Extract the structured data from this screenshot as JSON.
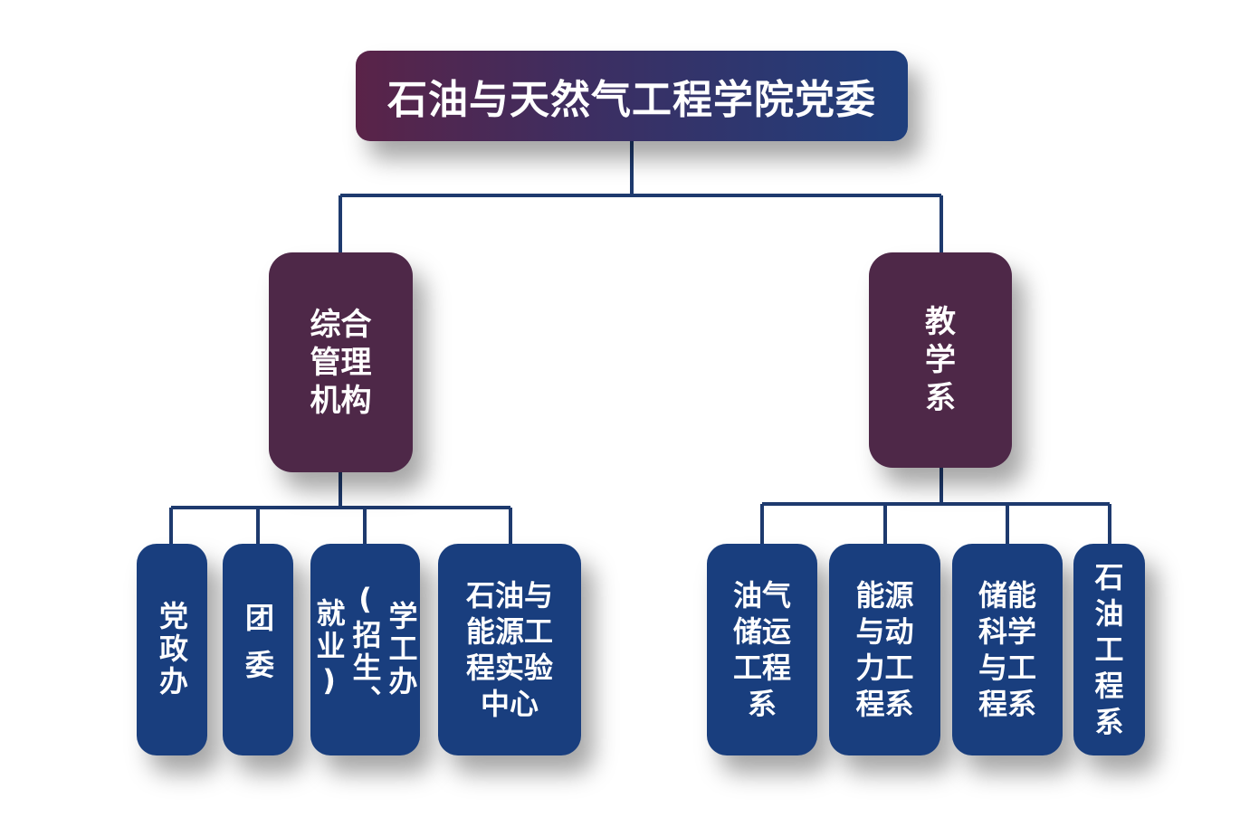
{
  "root": {
    "label": "石油与天然气工程学院党委"
  },
  "branches": [
    {
      "label": "综合管理机构",
      "children": [
        {
          "label": "党政办"
        },
        {
          "label": "团委"
        },
        {
          "label": "学工办(招生、就业)"
        },
        {
          "label": "石油与能源工程实验中心"
        }
      ]
    },
    {
      "label": "教学系",
      "children": [
        {
          "label": "油气储运工程系"
        },
        {
          "label": "能源与动力工程系"
        },
        {
          "label": "储能科学与工程系"
        },
        {
          "label": "石油工程系"
        }
      ]
    }
  ],
  "colors": {
    "root_start": "#5a2348",
    "root_end": "#1f3f7d",
    "branch": "#4e2848",
    "leaf": "#193e7e",
    "connector": "#1e3a6e",
    "text": "#ffffff"
  }
}
